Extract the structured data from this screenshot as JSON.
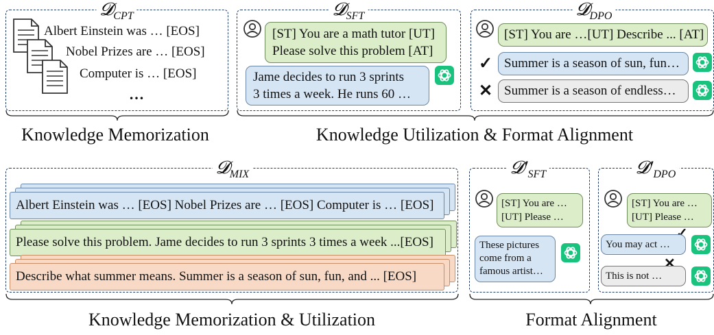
{
  "panels": {
    "cpt": {
      "title_main": "𝓓",
      "title_sub": "CPT",
      "docs": [
        "Albert Einstein was … [EOS]",
        "Nobel Prizes are … [EOS]",
        "Computer is … [EOS]"
      ],
      "ellipsis": "…"
    },
    "sft": {
      "title_main": "𝓓",
      "title_sub": "SFT",
      "user_line1": "[ST] You are a math tutor [UT]",
      "user_line2": "Please solve this problem [AT]",
      "bot_line1": "Jame decides to run 3 sprints",
      "bot_line2": "3 times a week. He runs 60 …"
    },
    "dpo": {
      "title_main": "𝓓",
      "title_sub": "DPO",
      "user_text": "[ST] You are …[UT] Describe ... [AT]",
      "chosen": "Summer is a season of sun, fun…",
      "rejected": "Summer is a season of endless…",
      "chosen_mark": "✓",
      "rejected_mark": "✕"
    },
    "mix": {
      "title_main": "𝓓",
      "title_sub": "MIX",
      "rows": [
        "Albert Einstein was … [EOS] Nobel Prizes are … [EOS] Computer is … [EOS]",
        "Please solve this problem. Jame decides to run 3 sprints 3 times a week ...[EOS]",
        "Describe what summer means. Summer is a season of sun, fun, and ... [EOS]"
      ]
    },
    "sft2": {
      "title_main": "𝓓′",
      "title_sub": "SFT",
      "user_line1": "[ST] You are …",
      "user_line2": "[UT] Please …",
      "bot_line1": "These pictures",
      "bot_line2": "come from a",
      "bot_line3": "famous artist…"
    },
    "dpo2": {
      "title_main": "𝓓′",
      "title_sub": "DPO",
      "user_line1": "[ST] You are …",
      "user_line2": "[UT] Please …",
      "chosen": "You may act …",
      "rejected": "This is not …",
      "chosen_mark": "✓",
      "rejected_mark": "✕"
    }
  },
  "captions": {
    "memorization": "Knowledge Memorization",
    "utilization": "Knowledge Utilization & Format Alignment",
    "mem_util": "Knowledge Memorization & Utilization",
    "format": "Format Alignment"
  },
  "colors": {
    "border": "#1f3b66",
    "green": "#dcedc9",
    "blue": "#d6e5f4",
    "orange": "#f8d9c5",
    "gray": "#ececec",
    "gpt": "#19c37d"
  }
}
